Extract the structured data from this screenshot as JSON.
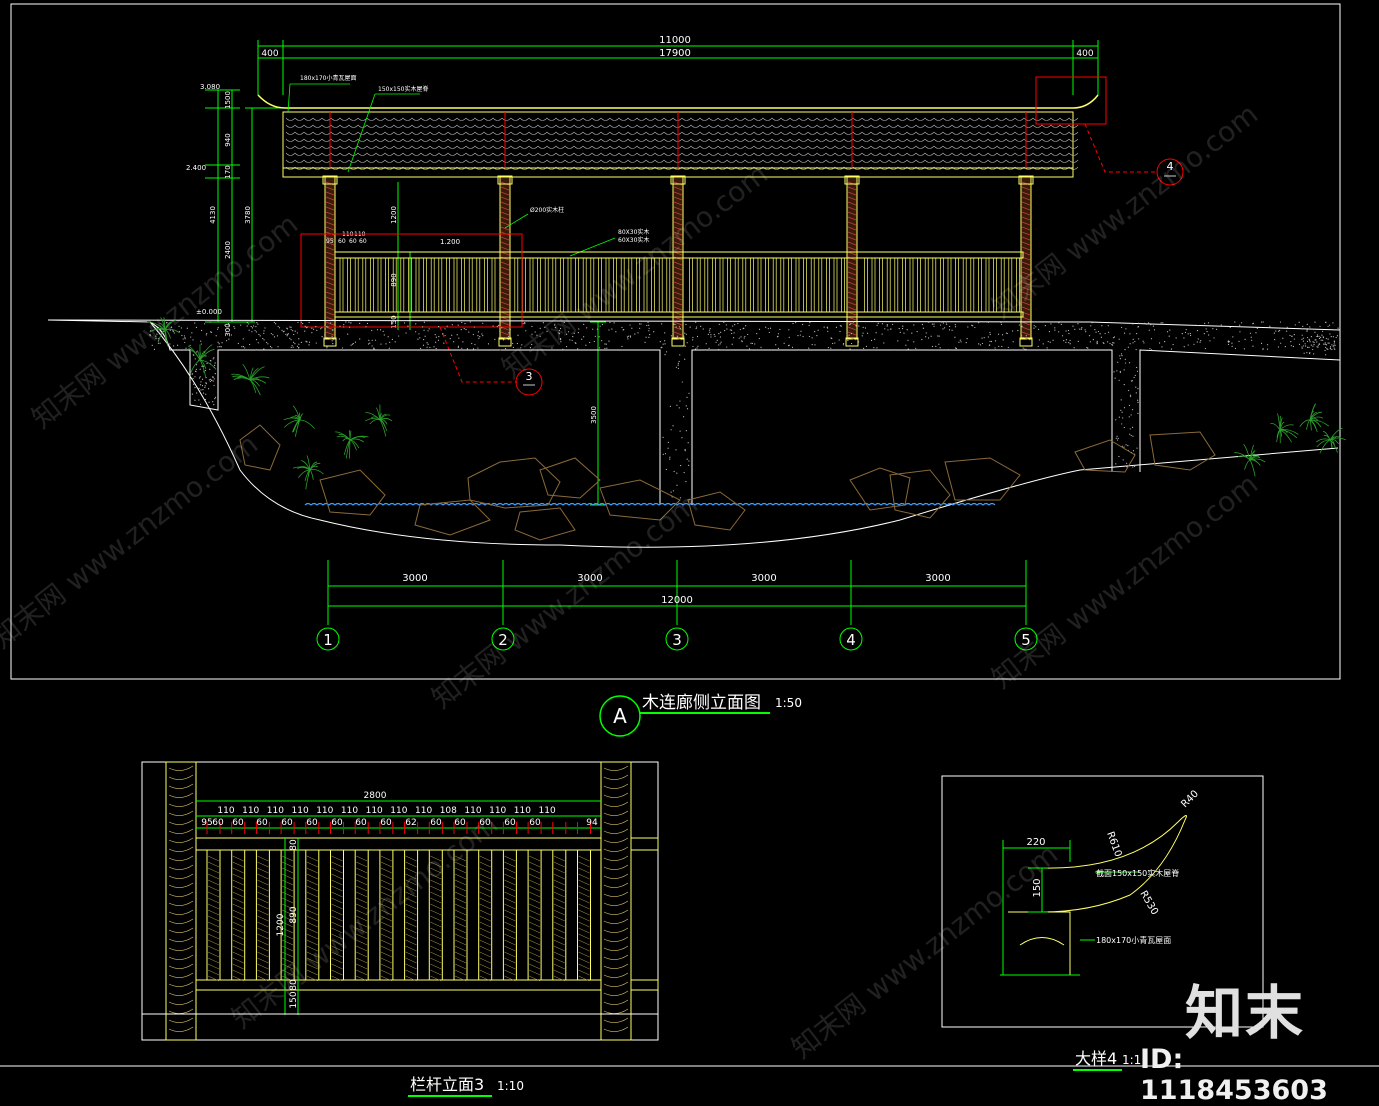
{
  "elevation": {
    "overall_dims": [
      "11000",
      "17900"
    ],
    "end_dims": [
      "400",
      "400"
    ],
    "level_labels": [
      "3.080",
      "2.400",
      "±0.000"
    ],
    "vertical_dims": [
      "1500",
      "940",
      "170",
      "4130",
      "3780",
      "2400",
      "300",
      "1200",
      "890",
      "150",
      "3500"
    ],
    "roof_notes": [
      "180x170小青瓦屋面",
      "150x150实木屋脊"
    ],
    "beam_notes": [
      "Ø200实木柱",
      "80X30实木",
      "60X30实木"
    ],
    "rail_dim_values": [
      "95",
      "60",
      "60",
      "60",
      "110",
      "110"
    ],
    "rail_top_dim": "1.200",
    "bays": [
      "3000",
      "3000",
      "3000",
      "3000"
    ],
    "total_span": "12000",
    "axes": [
      "1",
      "2",
      "3",
      "4",
      "5"
    ],
    "callout_rail": "3",
    "callout_detail": "4",
    "title_marker": "A",
    "title": "木连廊侧立面图",
    "scale": "1:50"
  },
  "railing": {
    "total": "2800",
    "spacing_top": [
      "110",
      "110",
      "110",
      "110",
      "110",
      "110",
      "110",
      "110",
      "110",
      "108",
      "110",
      "110",
      "110",
      "110"
    ],
    "spacing_bottom": [
      "95",
      "60",
      "60",
      "60",
      "60",
      "60",
      "60",
      "60",
      "60",
      "62",
      "60",
      "60",
      "60",
      "60",
      "60",
      "94"
    ],
    "height_dims": [
      "1200",
      "890",
      "150",
      "80",
      "80"
    ],
    "title": "栏杆立面3",
    "scale": "1:10"
  },
  "detail": {
    "dims": [
      "220",
      "150"
    ],
    "radii": [
      "R40",
      "R610",
      "R530"
    ],
    "note_ridge": "截面150x150实木屋脊",
    "note_tile": "180x170小青瓦屋面",
    "title": "大样4",
    "scale": "1:1"
  },
  "watermark": "知末网 www.znzmo.com",
  "brand": {
    "logo": "知末",
    "id": "ID: 1118453603"
  },
  "colors": {
    "dim": "#00ff00",
    "line": "#ffffff",
    "wood": "#ffff66",
    "red": "#ff0000",
    "tile": "#b0b0b0",
    "rock": "#8b6a3a"
  }
}
